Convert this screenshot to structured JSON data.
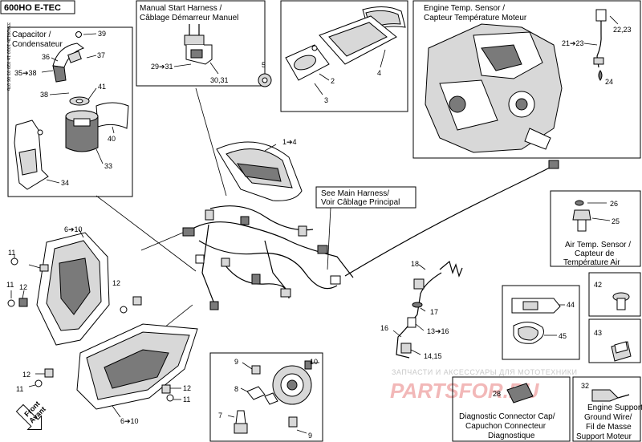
{
  "header": {
    "model": "600HO E-TEC",
    "ref_code": "33A0912b-1010-1b-020-03-06-07b"
  },
  "groups": {
    "capacitor": [
      "Capacitor /",
      "Condensateur"
    ],
    "manual_start": [
      "Manual Start Harness /",
      "Câblage Démarreur Manuel"
    ],
    "engine_temp": [
      "Engine Temp. Sensor /",
      "Capteur Température Moteur"
    ],
    "main_harness": [
      "See Main Harness/",
      "Voir Câblage Principal"
    ],
    "air_temp": [
      "Air Temp. Sensor /",
      "Capteur de",
      "Température Air"
    ],
    "diag_cap": [
      "Diagnostic Connector Cap/",
      "Capuchon Connecteur",
      "Diagnostique"
    ],
    "engine_support": [
      "Engine Support",
      "Ground Wire/",
      "Fil de Masse",
      "Support Moteur"
    ],
    "front": [
      "Front",
      "Avant"
    ]
  },
  "callouts": {
    "c39": "39",
    "c36": "36",
    "c37": "37",
    "c35_38": "35➔38",
    "c38": "38",
    "c41": "41",
    "c40": "40",
    "c33": "33",
    "c34": "34",
    "c29_31": "29➔31",
    "c30_31": "30,31",
    "c5": "5",
    "c2": "2",
    "c3": "3",
    "c4": "4",
    "c1_4": "1➔4",
    "c22_23": "22,23",
    "c21_23": "21➔23",
    "c24": "24",
    "c26": "26",
    "c25": "25",
    "c6_10a": "6➔10",
    "c11a": "11",
    "c11b": "11",
    "c12a": "12",
    "c12b": "12",
    "c12c": "12",
    "c11c": "11",
    "c6_10b": "6➔10",
    "c12d": "12",
    "c11d": "11",
    "c18": "18",
    "c17": "17",
    "c16": "16",
    "c13_16": "13➔16",
    "c14_15": "14,15",
    "c9a": "9",
    "c10": "10",
    "c8": "8",
    "c7": "7",
    "c9b": "9",
    "c44": "44",
    "c45": "45",
    "c42": "42",
    "c43": "43",
    "c28": "28",
    "c32": "32"
  },
  "watermark": {
    "line1": "ЗАПЧАСТИ И АКСЕССУАРЫ ДЛЯ МОТОТЕХНИКИ",
    "line2": "PARTSFOR.RU"
  },
  "icons": [
    "drop-icon",
    "front-arrow-icon"
  ]
}
